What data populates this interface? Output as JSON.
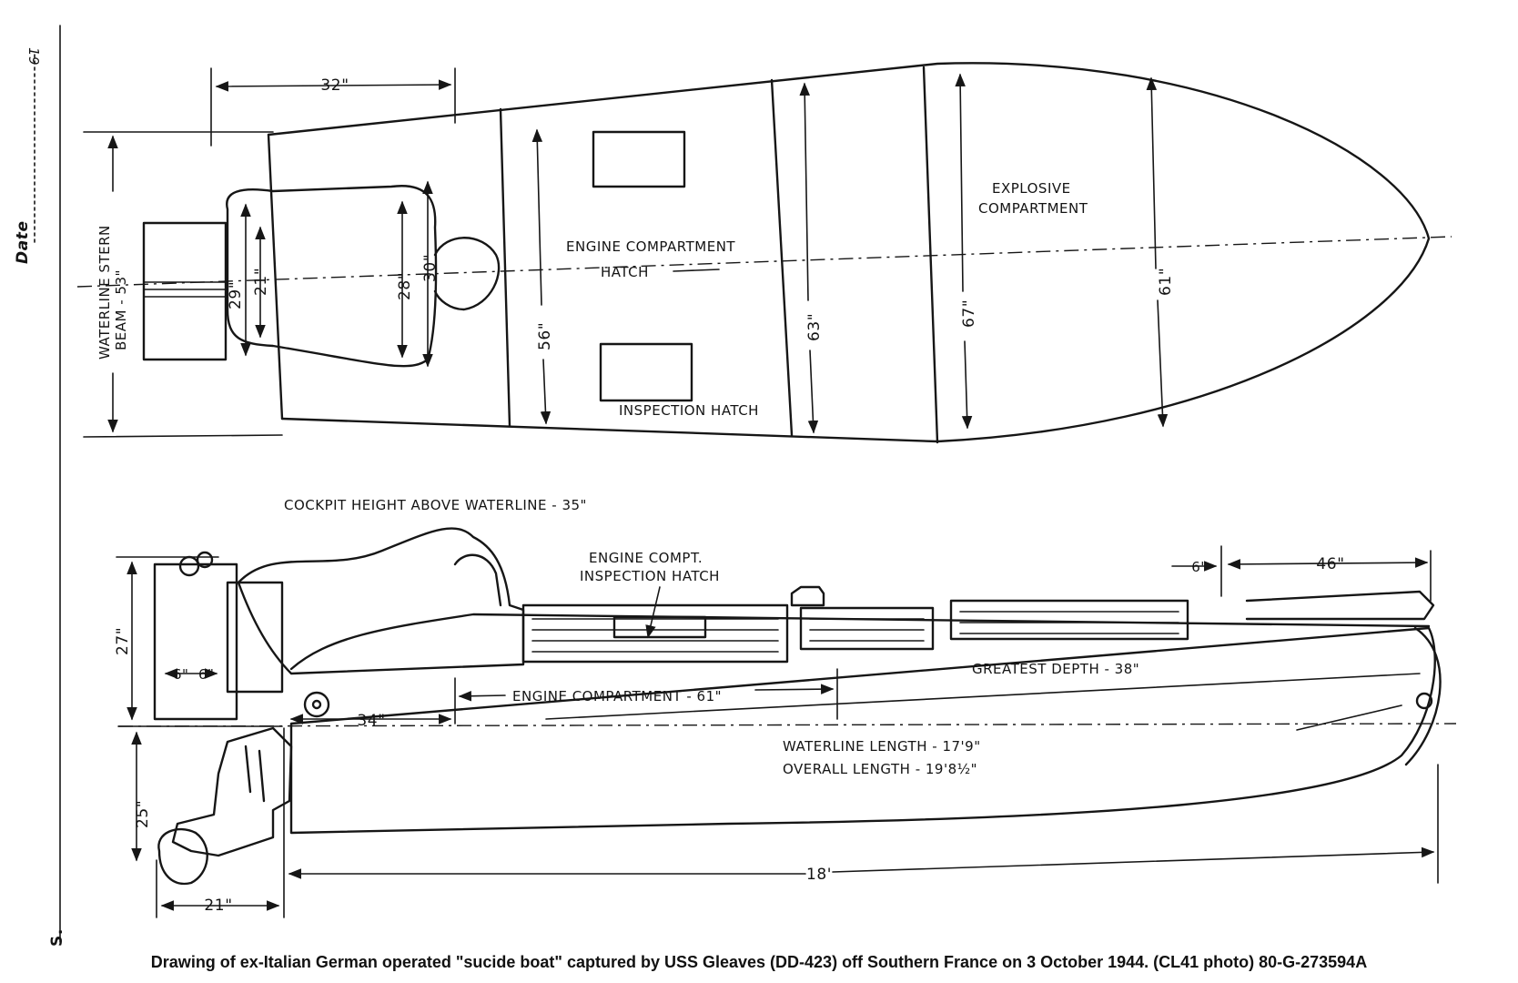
{
  "margin": {
    "year_prefix": "19",
    "date_label": "Date",
    "corner_mark": "S."
  },
  "plan_view": {
    "dim_32": "32\"",
    "stern_beam": "WATERLINE STERN",
    "stern_beam_2": "BEAM - 53\"",
    "dim_29": "29\"",
    "dim_21": "21\"",
    "dim_28": "28\"",
    "dim_30": "30\"",
    "engine_hatch_1": "ENGINE COMPARTMENT",
    "engine_hatch_2": "HATCH",
    "dim_56": "56\"",
    "inspection_hatch": "INSPECTION HATCH",
    "dim_63": "63\"",
    "explosive_1": "EXPLOSIVE",
    "explosive_2": "COMPARTMENT",
    "dim_67": "67\"",
    "dim_61": "61\""
  },
  "profile_view": {
    "cockpit_height": "COCKPIT HEIGHT ABOVE WATERLINE - 35\"",
    "engine_compt_1": "ENGINE COMPT.",
    "engine_compt_2": "INSPECTION HATCH",
    "dim_6_top": "6\"",
    "dim_46": "46\"",
    "dim_27": "27\"",
    "dim_6a": "6\"",
    "dim_6b": "6\"",
    "greatest_depth": "GREATEST DEPTH - 38\"",
    "engine_compartment": "ENGINE COMPARTMENT - 61\"",
    "dim_34": "34\"",
    "waterline_length": "WATERLINE LENGTH - 17'9\"",
    "overall_length": "OVERALL LENGTH - 19'8½\"",
    "dim_25": "25\"",
    "dim_18": "18'",
    "dim_21_bottom": "21\""
  },
  "caption": "Drawing of ex-Italian German operated \"sucide boat\" captured by USS Gleaves (DD-423) off Southern France on 3 October 1944.  (CL41 photo)  80-G-273594A"
}
